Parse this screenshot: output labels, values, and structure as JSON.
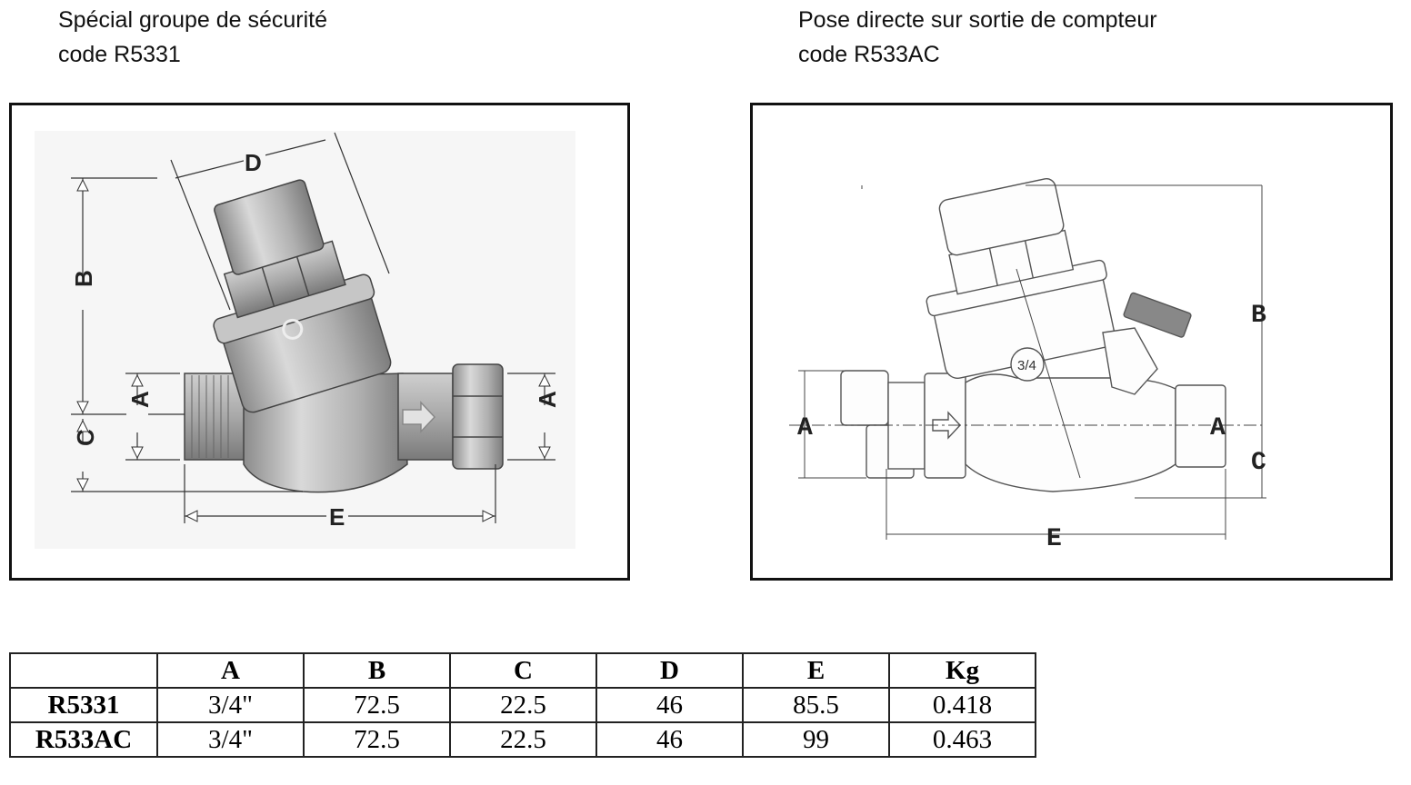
{
  "left_panel": {
    "title": "Spécial groupe de sécurité",
    "code": "code R5331",
    "dimension_labels": [
      "D",
      "B",
      "A",
      "C",
      "A",
      "E"
    ]
  },
  "right_panel": {
    "title": "Pose directe sur sortie de compteur",
    "code": "code R533AC",
    "dimension_labels": [
      "B",
      "A",
      "A",
      "C",
      "E"
    ],
    "body_marking": "3/4"
  },
  "table": {
    "headers": [
      "",
      "A",
      "B",
      "C",
      "D",
      "E",
      "Kg"
    ],
    "rows": [
      [
        "R5331",
        "3/4\"",
        "72.5",
        "22.5",
        "46",
        "85.5",
        "0.418"
      ],
      [
        "R533AC",
        "3/4\"",
        "72.5",
        "22.5",
        "46",
        "99",
        "0.463"
      ]
    ]
  },
  "colors": {
    "frame_border": "#111111",
    "valve_metal": "#b8b8b8",
    "valve_shadow": "#8a8a8a",
    "line": "#222222"
  }
}
